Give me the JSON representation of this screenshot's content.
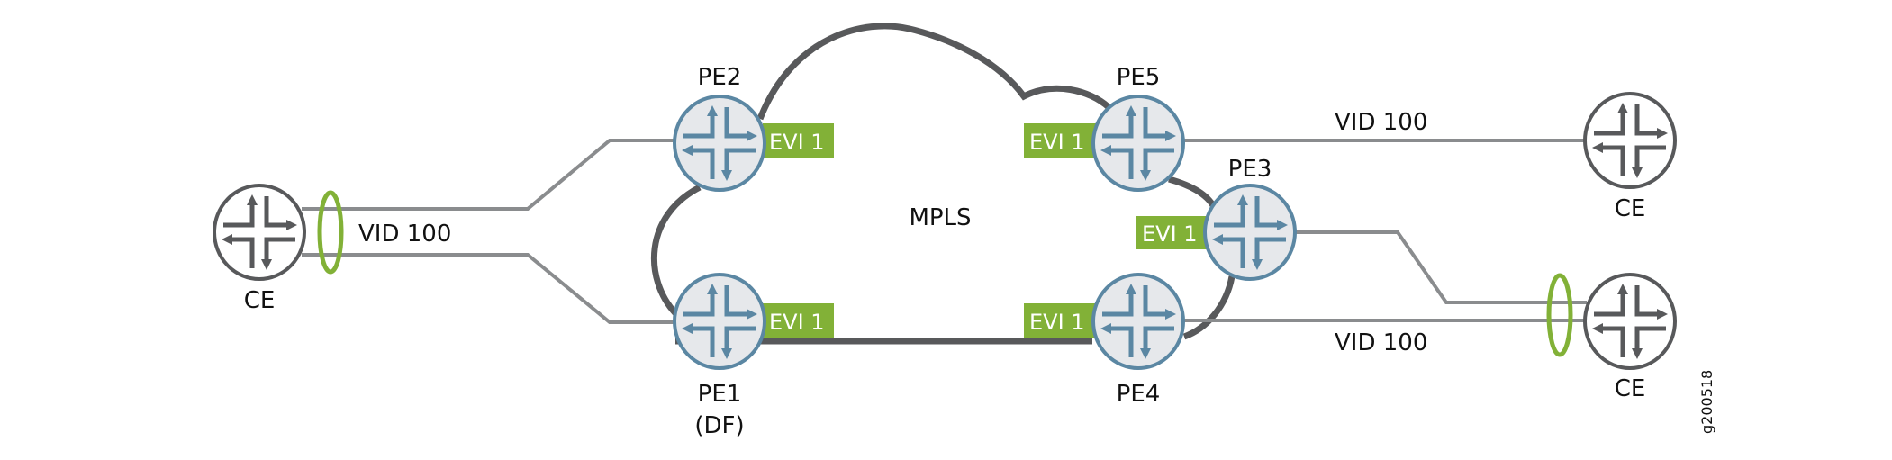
{
  "diagram": {
    "cloud_label": "MPLS",
    "evi_label": "EVI 1",
    "vid_label": "VID 100",
    "figure_id": "g200518",
    "routers": {
      "pe1": {
        "label": "PE1",
        "sublabel": "(DF)"
      },
      "pe2": {
        "label": "PE2"
      },
      "pe3": {
        "label": "PE3"
      },
      "pe4": {
        "label": "PE4"
      },
      "pe5": {
        "label": "PE5"
      },
      "ce_left": {
        "label": "CE"
      },
      "ce_right_top": {
        "label": "CE"
      },
      "ce_right_bottom": {
        "label": "CE"
      }
    },
    "colors": {
      "evi_green": "#82b137",
      "pe_stroke": "#5b87a3",
      "pe_fill": "#e6e8eb",
      "ce_stroke": "#58595b",
      "link_gray": "#8a8c8e",
      "cloud_stroke": "#58595b"
    }
  }
}
